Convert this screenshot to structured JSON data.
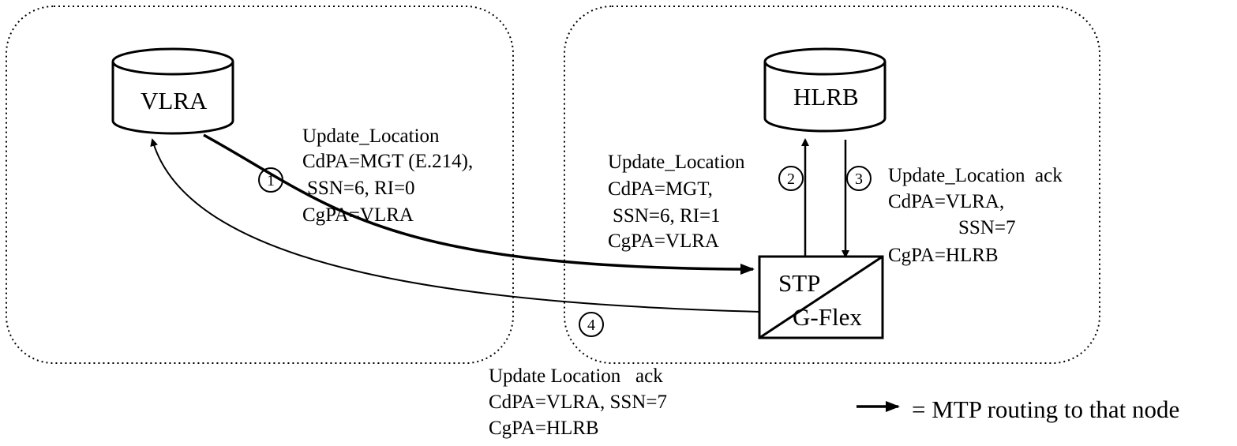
{
  "nodes": {
    "vlr": "VLRA",
    "hlr": "HLRB",
    "stp_line1": "STP",
    "stp_line2": "G-Flex"
  },
  "steps": {
    "s1": "1",
    "s2": "2",
    "s3": "3",
    "s4": "4"
  },
  "msg1": {
    "line1": "Update_Location",
    "line2": "CdPA=MGT (E.214),",
    "line3": "SSN=6, RI=0",
    "line4": "CgPA=VLRA"
  },
  "msg2": {
    "line1": "Update_Location",
    "line2": "CdPA=MGT,",
    "line3": "SSN=6, RI=1",
    "line4": "CgPA=VLRA"
  },
  "msg3": {
    "line1": "Update_Location  ack",
    "line2": "CdPA=VLRA,",
    "line3": "SSN=7",
    "line4": "CgPA=HLRB"
  },
  "msg4": {
    "line1": "Update Location   ack",
    "line2": "CdPA=VLRA, SSN=7",
    "line3": "CgPA=HLRB"
  },
  "legend": {
    "text": "= MTP routing to that node"
  }
}
